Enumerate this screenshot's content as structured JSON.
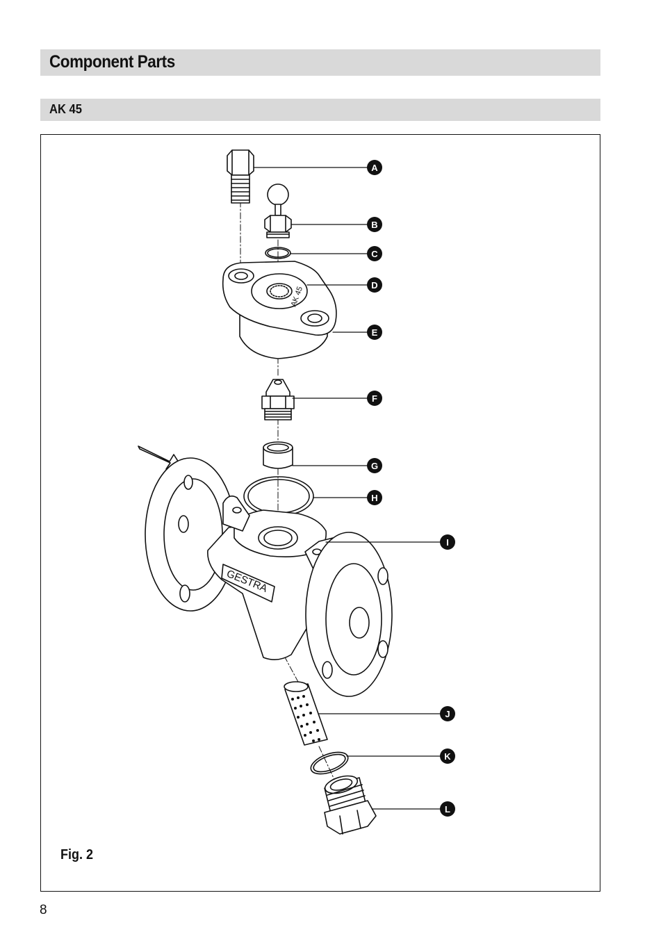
{
  "header": {
    "title": "Component Parts"
  },
  "subheader": {
    "title": "AK 45"
  },
  "figure": {
    "caption": "Fig. 2",
    "body_marking": "GESTRA",
    "cover_marking": "AK 45",
    "labels": [
      "A",
      "B",
      "C",
      "D",
      "E",
      "F",
      "G",
      "H",
      "I",
      "J",
      "K",
      "L"
    ]
  },
  "footer": {
    "page_number": "8"
  }
}
